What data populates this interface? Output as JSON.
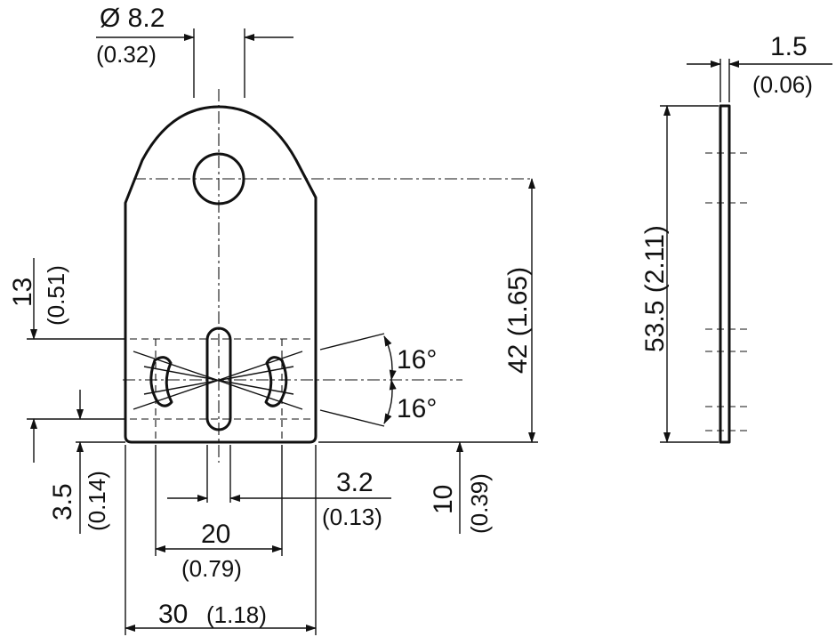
{
  "dims": {
    "hole_dia": "Ø 8.2",
    "hole_dia_in": "(0.32)",
    "thickness": "1.5",
    "thickness_in": "(0.06)",
    "height_total": "53.5 (2.11)",
    "height_42": "42 (1.65)",
    "dim_13": "13",
    "dim_13_in": "(0.51)",
    "angle_top": "16°",
    "angle_bottom": "16°",
    "dim_3_5": "3.5",
    "dim_3_5_in": "(0.14)",
    "slot_width": "3.2",
    "slot_width_in": "(0.13)",
    "dim_10": "10",
    "dim_10_in": "(0.39)",
    "dim_20": "20",
    "dim_20_in": "(0.79)",
    "width_30": "30",
    "width_30_in": "(1.18)"
  }
}
